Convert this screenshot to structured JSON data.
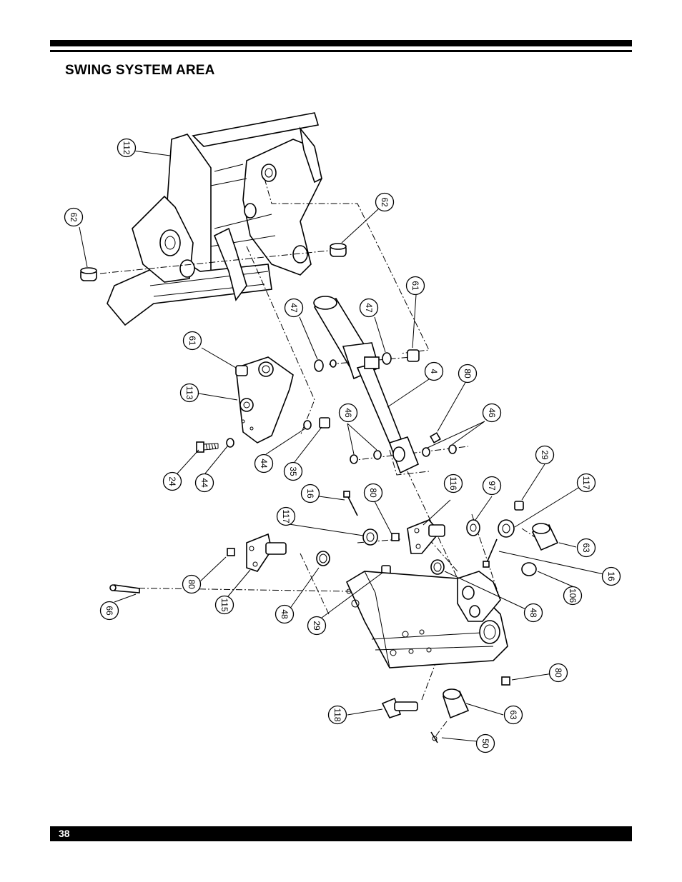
{
  "header": {
    "title": "SWING SYSTEM AREA"
  },
  "footer": {
    "page_number": "38"
  },
  "callouts": [
    {
      "id": "c112",
      "label": "112"
    },
    {
      "id": "c62a",
      "label": "62"
    },
    {
      "id": "c62b",
      "label": "62"
    },
    {
      "id": "c61a",
      "label": "61"
    },
    {
      "id": "c47a",
      "label": "47"
    },
    {
      "id": "c47b",
      "label": "47"
    },
    {
      "id": "c61b",
      "label": "61"
    },
    {
      "id": "c113",
      "label": "113"
    },
    {
      "id": "c4",
      "label": "4"
    },
    {
      "id": "c80a",
      "label": "80"
    },
    {
      "id": "c46a",
      "label": "46"
    },
    {
      "id": "c46b",
      "label": "46"
    },
    {
      "id": "c24",
      "label": "24"
    },
    {
      "id": "c44a",
      "label": "44"
    },
    {
      "id": "c44b",
      "label": "44"
    },
    {
      "id": "c35",
      "label": "35"
    },
    {
      "id": "c16a",
      "label": "16"
    },
    {
      "id": "c80b",
      "label": "80"
    },
    {
      "id": "c116",
      "label": "116"
    },
    {
      "id": "c97",
      "label": "97"
    },
    {
      "id": "c29a",
      "label": "29"
    },
    {
      "id": "c117a",
      "label": "117"
    },
    {
      "id": "c117b",
      "label": "117"
    },
    {
      "id": "c63a",
      "label": "63"
    },
    {
      "id": "c16b",
      "label": "16"
    },
    {
      "id": "c106",
      "label": "106"
    },
    {
      "id": "c80c",
      "label": "80"
    },
    {
      "id": "c115",
      "label": "115"
    },
    {
      "id": "c48a",
      "label": "48"
    },
    {
      "id": "c29b",
      "label": "29"
    },
    {
      "id": "c48b",
      "label": "48"
    },
    {
      "id": "c66",
      "label": "66"
    },
    {
      "id": "c80d",
      "label": "80"
    },
    {
      "id": "c118",
      "label": "118"
    },
    {
      "id": "c63b",
      "label": "63"
    },
    {
      "id": "c50",
      "label": "50"
    }
  ]
}
